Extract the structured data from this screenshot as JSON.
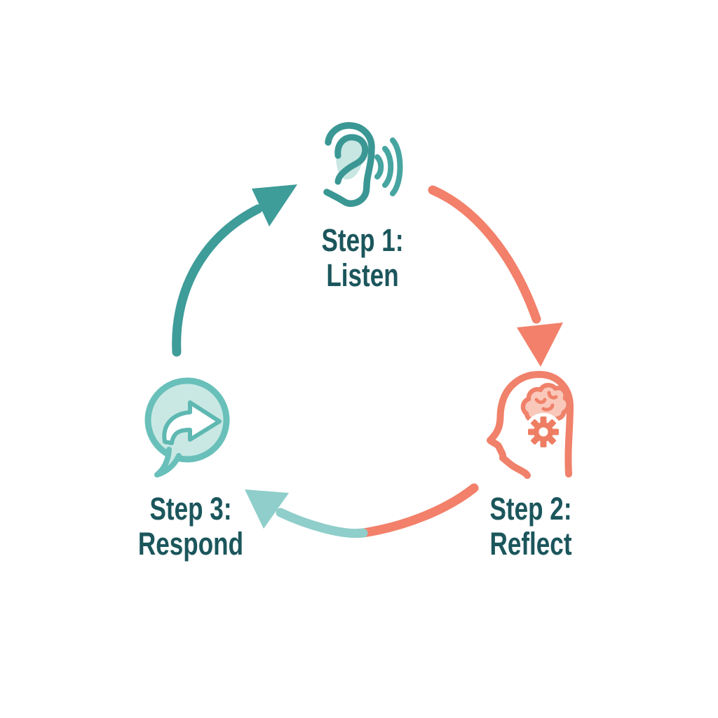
{
  "diagram": {
    "name": "three-step-listening-cycle",
    "background": "#FFFFFF"
  },
  "steps": [
    {
      "title": "Step 1:",
      "label": "Listen",
      "icon": "ear-with-sound-waves-icon"
    },
    {
      "title": "Step 2:",
      "label": "Reflect",
      "icon": "head-profile-brain-gear-icon"
    },
    {
      "title": "Step 3:",
      "label": "Respond",
      "icon": "speech-bubble-forward-arrow-icon"
    }
  ],
  "arrows": [
    {
      "name": "respond-to-listen",
      "color": "#3E9C99"
    },
    {
      "name": "listen-to-reflect",
      "color": "#F2806A"
    },
    {
      "name": "reflect-to-respond",
      "colors": [
        "#F2806A",
        "#8FCECA"
      ]
    }
  ],
  "palette": {
    "teal_arrow": "#3E9C99",
    "teal_icon_outline": "#3A9794",
    "teal_sound_waves": "#47A5A1",
    "teal_light_arrow": "#8FCECA",
    "teal_pale_fill": "#C9E8E4",
    "teal_bubble_outline": "#69C0BA",
    "coral": "#F2806A",
    "coral_pale_fill": "#F9C8BB",
    "label_text": "#1B565C",
    "background": "#FFFFFF"
  }
}
